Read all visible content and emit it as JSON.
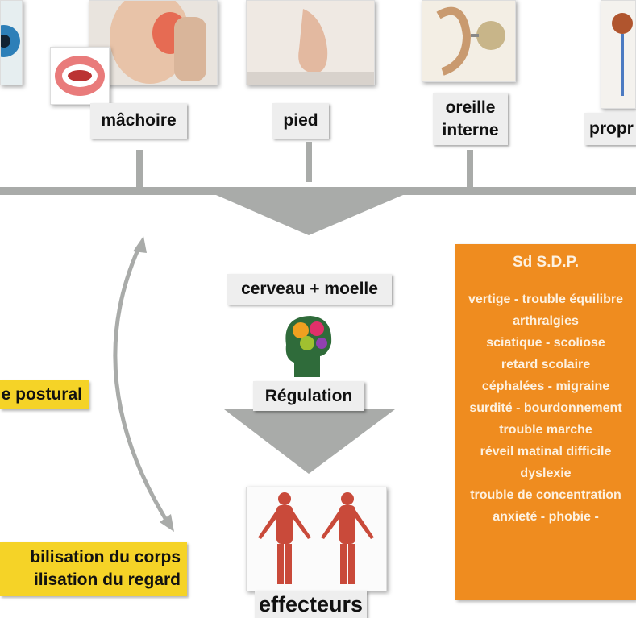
{
  "sensors": [
    {
      "id": "eye",
      "label": ""
    },
    {
      "id": "jaw",
      "label": "mâchoire"
    },
    {
      "id": "foot",
      "label": "pied"
    },
    {
      "id": "inner-ear",
      "label": "oreille interne"
    },
    {
      "id": "proprio",
      "label": "propr"
    }
  ],
  "center": {
    "brain_label": "cerveau + moelle",
    "regulation_label": "Régulation",
    "effectors_label": "effecteurs"
  },
  "left": {
    "postural_label": "e postural",
    "stabilisation_lines": [
      "bilisation du corps",
      "ilisation du regard"
    ]
  },
  "syndrome": {
    "title": "Sd S.D.P.",
    "symptoms": [
      "vertige - trouble équilibre",
      "arthralgies",
      "sciatique - scoliose",
      "retard scolaire",
      "céphalées - migraine",
      "surdité - bourdonnement",
      "trouble marche",
      "réveil matinal difficile",
      "dyslexie",
      "trouble de concentration",
      "anxieté - phobie -"
    ]
  },
  "colors": {
    "orange": "#ef8c1f",
    "yellow": "#f5d327",
    "gray": "#a9aba9"
  }
}
